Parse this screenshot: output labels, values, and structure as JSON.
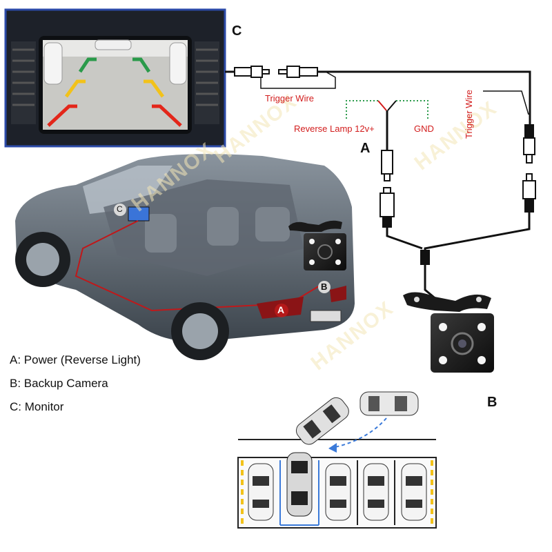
{
  "monitor_panel": {
    "label": "C"
  },
  "wiring": {
    "trigger_wire_label": "Trigger Wire",
    "trigger_wire_label_vertical": "Trigger Wire",
    "reverse_lamp_label": "Reverse Lamp 12v+",
    "gnd_label": "GND",
    "power_label": "A"
  },
  "camera": {
    "label": "B"
  },
  "car_markers": {
    "monitor": "C",
    "camera": "B",
    "power": "A"
  },
  "legend": [
    "A: Power (Reverse Light)",
    "B: Backup Camera",
    "C: Monitor"
  ],
  "watermark": "HANNOX",
  "colors": {
    "wire": "#111111",
    "trigger_text": "#d21c1c",
    "guide_green": "#2a9a4a",
    "guide_yellow": "#f2c21a",
    "guide_red": "#e3261a",
    "frame_blue": "#2c4aa8",
    "reverse_arrow": "#3b7ad9"
  }
}
